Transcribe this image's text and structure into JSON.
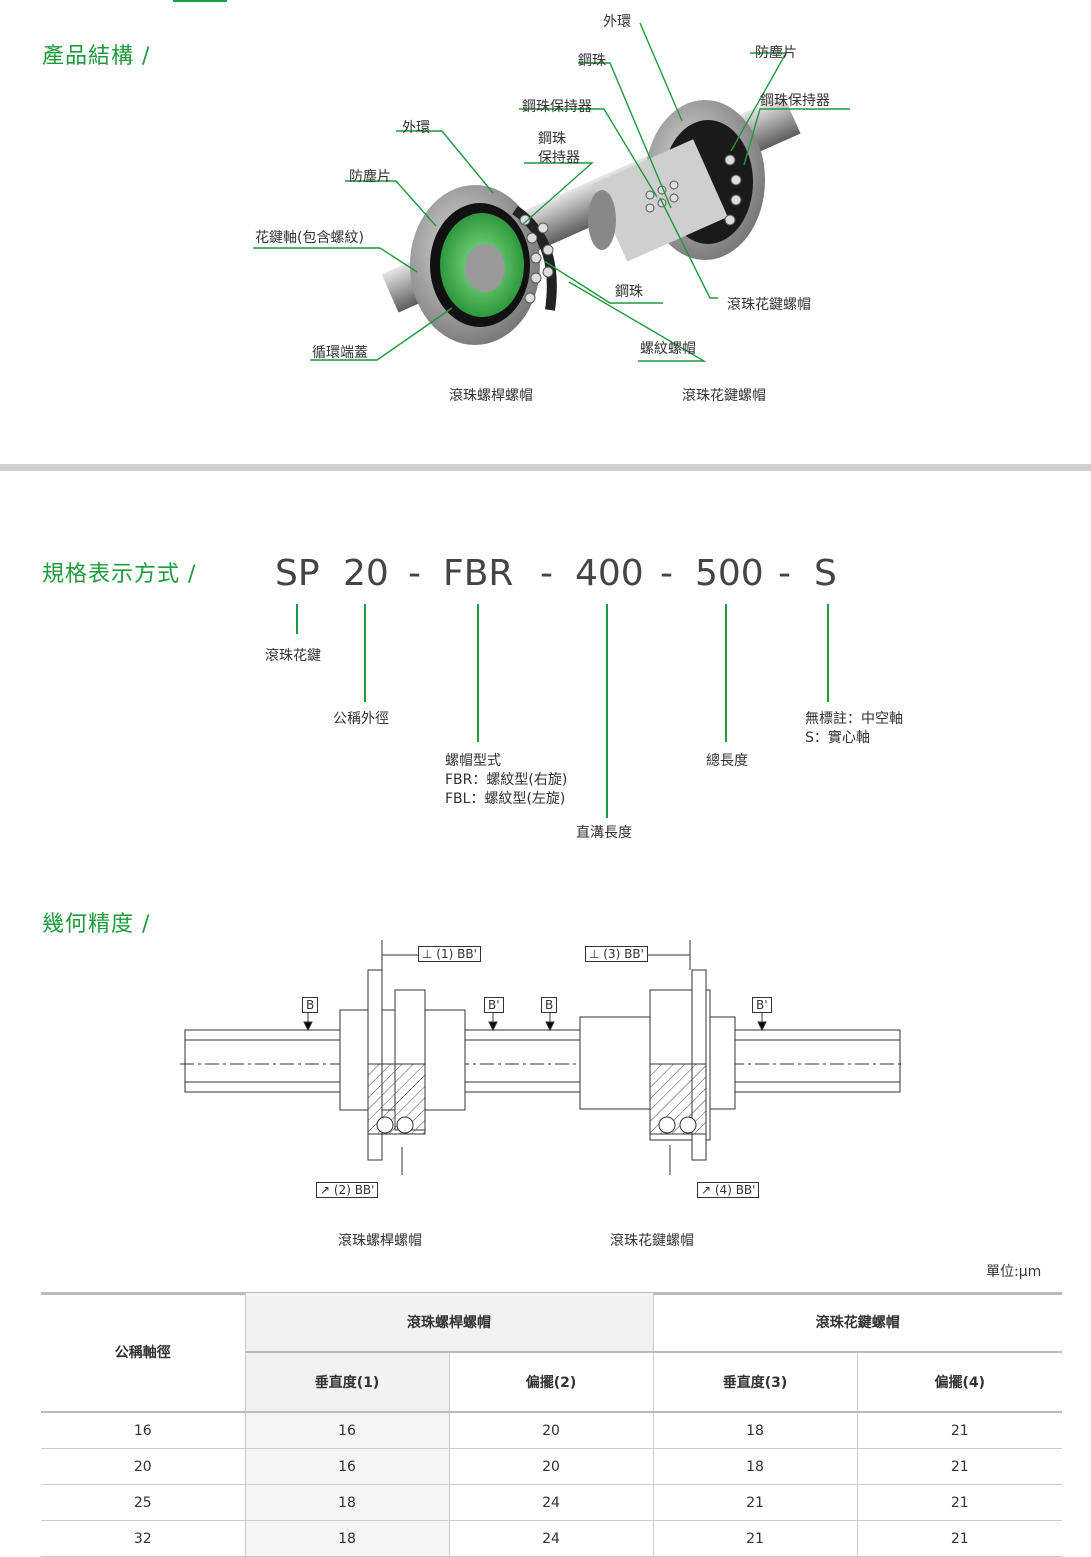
{
  "colors": {
    "accent": "#1f9a3c",
    "text": "#333333",
    "divider": "#cfcfcf"
  },
  "section1": {
    "title": "產品結構 /",
    "labels": {
      "outer_ring_right": "外環",
      "steel_ball_top": "鋼珠",
      "dust_right": "防塵片",
      "retainer_top": "鋼珠保持器",
      "retainer_right": "鋼珠保持器",
      "outer_ring_left": "外環",
      "retainer_mid_1": "鋼珠",
      "retainer_mid_2": "保持器",
      "dust_left": "防塵片",
      "shaft": "花鍵軸(包含螺紋)",
      "steel_ball_mid": "鋼珠",
      "spline_nut_label": "滾珠花鍵螺帽",
      "screw_nut_label": "螺紋螺帽",
      "end_cap": "循環端蓋"
    },
    "captions": {
      "left": "滾珠螺桿螺帽",
      "right": "滾珠花鍵螺帽"
    }
  },
  "section2": {
    "title": "規格表示方式 /",
    "code": [
      "SP",
      "20",
      "-",
      "FBR",
      "-",
      "400",
      "-",
      "500",
      "-",
      "S"
    ],
    "labels": {
      "sp": "滾珠花鍵",
      "dia": "公稱外徑",
      "nut_type": "螺帽型式",
      "fbr": "FBR：螺紋型(右旋)",
      "fbl": "FBL：螺紋型(左旋)",
      "groove": "直溝長度",
      "total": "總長度",
      "s1": "無標註：中空軸",
      "s2": "S：實心軸"
    }
  },
  "section3": {
    "title": "幾何精度 /",
    "tol": {
      "t1": "(1)",
      "t2": "(2)",
      "t3": "(3)",
      "t4": "(4)",
      "bb": "BB'",
      "b": "B",
      "bp": "B'"
    },
    "captions": {
      "left": "滾珠螺桿螺帽",
      "right": "滾珠花鍵螺帽"
    },
    "unit": "單位:μm"
  },
  "table": {
    "col_dia": "公稱軸徑",
    "group_screw": "滾珠螺桿螺帽",
    "group_spline": "滾珠花鍵螺帽",
    "sub": [
      "垂直度(1)",
      "偏擺(2)",
      "垂直度(3)",
      "偏擺(4)"
    ],
    "rows": [
      [
        "16",
        "16",
        "20",
        "18",
        "21"
      ],
      [
        "20",
        "16",
        "20",
        "18",
        "21"
      ],
      [
        "25",
        "18",
        "24",
        "21",
        "21"
      ],
      [
        "32",
        "18",
        "24",
        "21",
        "21"
      ]
    ]
  }
}
